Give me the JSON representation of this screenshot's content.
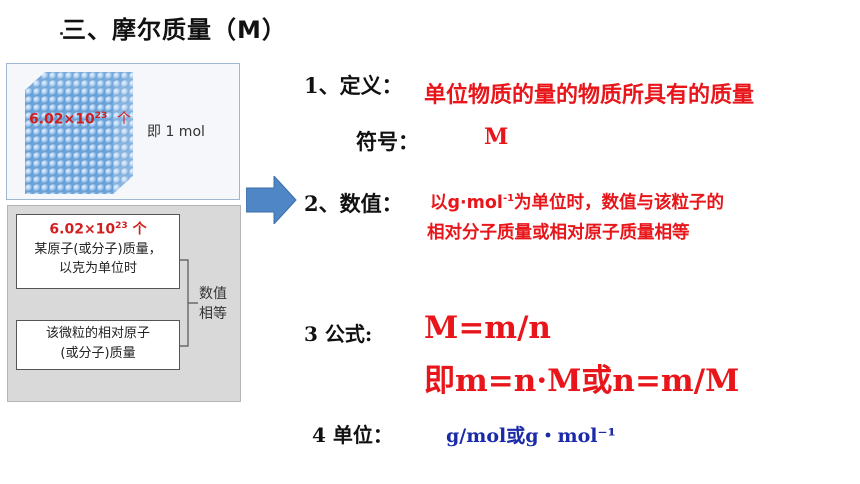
{
  "title": "三、摩尔质量（M）",
  "figure1": {
    "count_text": "6.02×10",
    "count_exp": "23",
    "count_unit": "个",
    "mol_text": "即 1 mol"
  },
  "figure2": {
    "box1_count": "6.02×10",
    "box1_exp": "23",
    "box1_unit": "个",
    "box1_line2": "某原子(或分子)质量，",
    "box1_line3": "以克为单位时",
    "box2_line1": "该微粒的相对原子",
    "box2_line2": "(或分子)质量",
    "bracket_line1": "数值",
    "bracket_line2": "相等"
  },
  "items": {
    "def_label": "1、定义：",
    "def_text": "单位物质的量的物质所具有的质量",
    "symbol_label": "符号：",
    "symbol_value": "M",
    "value_label": "2、数值：",
    "value_text1_pre": "以g·mol",
    "value_text1_exp": "-1",
    "value_text1_post": "为单位时，数值与该粒子的",
    "value_text2": "相对分子质量或相对原子质量相等",
    "formula_label": "3 公式:",
    "formula1": "M=m/n",
    "formula2": "即m=n·M或n=m/M",
    "unit_label": "4 单位：",
    "unit_value": "g/mol或g・mol⁻¹"
  },
  "colors": {
    "red": "#e8161b",
    "blue": "#1a2aa8",
    "arrow": "#4f86c6"
  }
}
